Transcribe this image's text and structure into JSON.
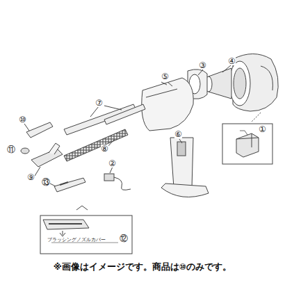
{
  "diagram": {
    "caption": "※画像はイメージです。商品は⑩のみです。",
    "labels": [
      "⑤",
      "③",
      "④",
      "①",
      "⑦",
      "⑧",
      "⑩",
      "⑪",
      "⑨",
      "⑬",
      "②",
      "⑥",
      "ブラッシングノズルカバー",
      "⑫"
    ]
  }
}
